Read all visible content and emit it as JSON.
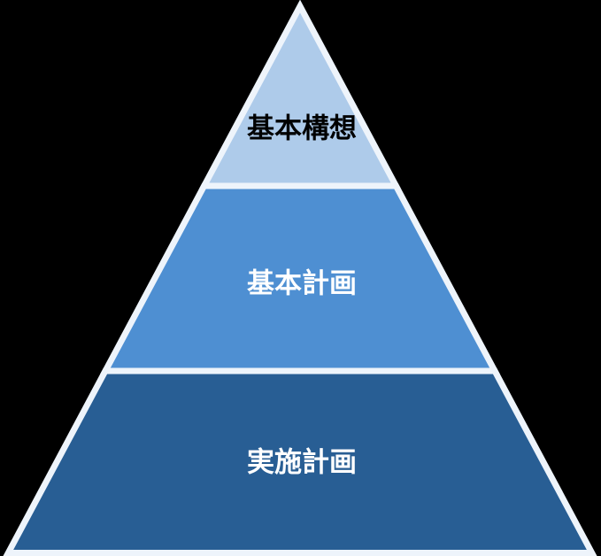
{
  "diagram": {
    "type": "pyramid",
    "title": "",
    "background_color": "#000000",
    "border_color": "#EEF4FB",
    "levels": [
      {
        "label": "基本構想",
        "fill": "#AECBEA",
        "text_color": "#000000"
      },
      {
        "label": "基本計画",
        "fill": "#4E8FD2",
        "text_color": "#FFFFFF"
      },
      {
        "label": "実施計画",
        "fill": "#285E94",
        "text_color": "#FFFFFF"
      }
    ]
  }
}
